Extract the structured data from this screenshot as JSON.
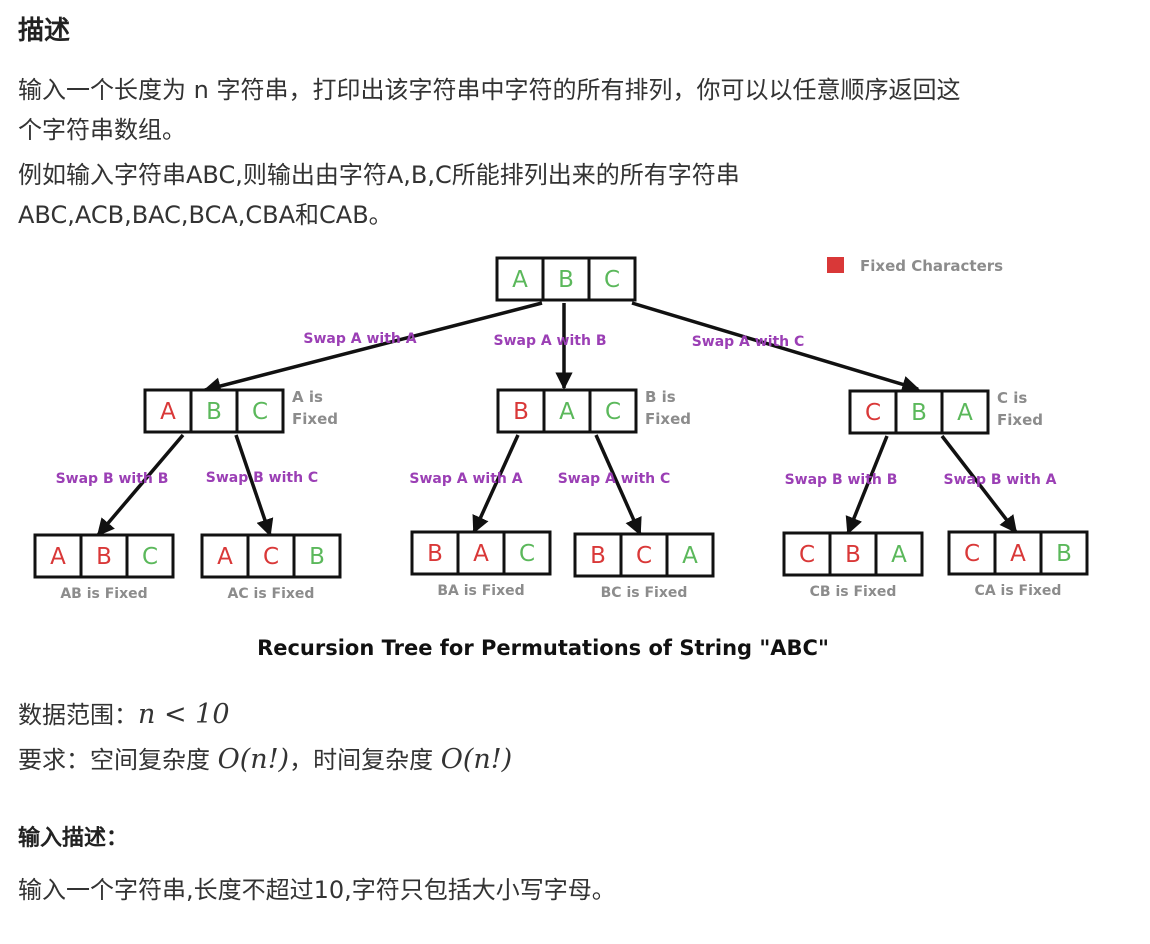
{
  "heading": "描述",
  "para1_line1": "输入一个长度为 n 字符串，打印出该字符串中字符的所有排列，你可以以任意顺序返回这",
  "para1_line2": "个字符串数组。",
  "para2_line1": "例如输入字符串ABC,则输出由字符A,B,C所能排列出来的所有字符串",
  "para2_line2": "ABC,ACB,BAC,BCA,CBA和CAB。",
  "diagram": {
    "legend": "Fixed Characters",
    "caption": "Recursion Tree for Permutations of String \"ABC\"",
    "colors": {
      "fixed": "#d93838",
      "free": "#5bb85b",
      "edge_label": "#9b3fb5",
      "note": "#8c8c8c",
      "box": "#111111"
    },
    "root": {
      "cells": [
        "A",
        "B",
        "C"
      ],
      "fixed": [
        false,
        false,
        false
      ]
    },
    "level1": [
      {
        "edge": "Swap A with A",
        "cells": [
          "A",
          "B",
          "C"
        ],
        "fixed": [
          true,
          false,
          false
        ],
        "note": [
          "A is",
          "Fixed"
        ]
      },
      {
        "edge": "Swap A with B",
        "cells": [
          "B",
          "A",
          "C"
        ],
        "fixed": [
          true,
          false,
          false
        ],
        "note": [
          "B is",
          "Fixed"
        ]
      },
      {
        "edge": "Swap A with C",
        "cells": [
          "C",
          "B",
          "A"
        ],
        "fixed": [
          true,
          false,
          false
        ],
        "note": [
          "C is",
          "Fixed"
        ]
      }
    ],
    "level2": [
      {
        "edge": "Swap B with B",
        "cells": [
          "A",
          "B",
          "C"
        ],
        "fixed": [
          true,
          true,
          false
        ],
        "note": "AB is Fixed"
      },
      {
        "edge": "Swap B with C",
        "cells": [
          "A",
          "C",
          "B"
        ],
        "fixed": [
          true,
          true,
          false
        ],
        "note": "AC is Fixed"
      },
      {
        "edge": "Swap A with A",
        "cells": [
          "B",
          "A",
          "C"
        ],
        "fixed": [
          true,
          true,
          false
        ],
        "note": "BA is Fixed"
      },
      {
        "edge": "Swap A with C",
        "cells": [
          "B",
          "C",
          "A"
        ],
        "fixed": [
          true,
          true,
          false
        ],
        "note": "BC is Fixed"
      },
      {
        "edge": "Swap B with B",
        "cells": [
          "C",
          "B",
          "A"
        ],
        "fixed": [
          true,
          true,
          false
        ],
        "note": "CB is Fixed"
      },
      {
        "edge": "Swap B with A",
        "cells": [
          "C",
          "A",
          "B"
        ],
        "fixed": [
          true,
          true,
          false
        ],
        "note": "CA is Fixed"
      }
    ]
  },
  "range_label": "数据范围：",
  "range_math": "n < 10",
  "req_label": "要求：空间复杂度 ",
  "req_math1": "O(n!)",
  "req_mid": "，时间复杂度 ",
  "req_math2": "O(n!)",
  "input_heading": "输入描述：",
  "input_text": "输入一个字符串,长度不超过10,字符只包括大小写字母。"
}
